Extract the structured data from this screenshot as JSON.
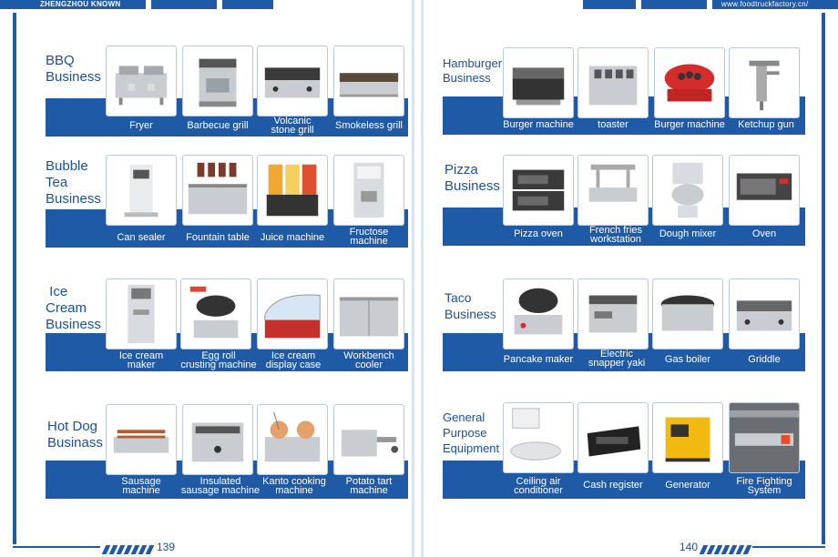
{
  "header": {
    "brand": "ZHENGZHOU KNOWN",
    "website": "www.foodtruckfactory.cn/"
  },
  "footer": {
    "left_page": "139",
    "right_page": "140"
  },
  "sections": [
    {
      "key": "bbq",
      "title": "BBQ Business",
      "items": [
        "Fryer",
        "Barbecue grill",
        "Volcanic stone grill",
        "Smokeless grill"
      ]
    },
    {
      "key": "bubble",
      "title": "Bubble Tea Business",
      "items": [
        "Can sealer",
        "Fountain table",
        "Juice machine",
        "Fructose machine"
      ]
    },
    {
      "key": "icecream",
      "title": "Ice Cream Business",
      "items": [
        "Ice cream maker",
        "Egg roll crusting machine",
        "Ice cream display case",
        "Workbench cooler"
      ]
    },
    {
      "key": "hotdog",
      "title": "Hot Dog Businass",
      "items": [
        "Sausage machine",
        "Insulated sausage machine",
        "Kanto cooking machine",
        "Potato tart machine"
      ]
    },
    {
      "key": "hamburger",
      "title": "Hamburger Business",
      "items": [
        "Burger machine",
        "toaster",
        "Burger machine",
        "Ketchup gun"
      ]
    },
    {
      "key": "pizza",
      "title": "Pizza Business",
      "items": [
        "Pizza oven",
        "French fries workstation",
        "Dough mixer",
        "Oven"
      ]
    },
    {
      "key": "taco",
      "title": "Taco Business",
      "items": [
        "Pancake maker",
        "Electric snapper yaki",
        "Gas boiler",
        "Griddle"
      ]
    },
    {
      "key": "general",
      "title": "General Purpose Equipment",
      "items": [
        "Ceiling air conditioner",
        "Cash register",
        "Generator",
        "Fire Fighting System"
      ]
    }
  ]
}
